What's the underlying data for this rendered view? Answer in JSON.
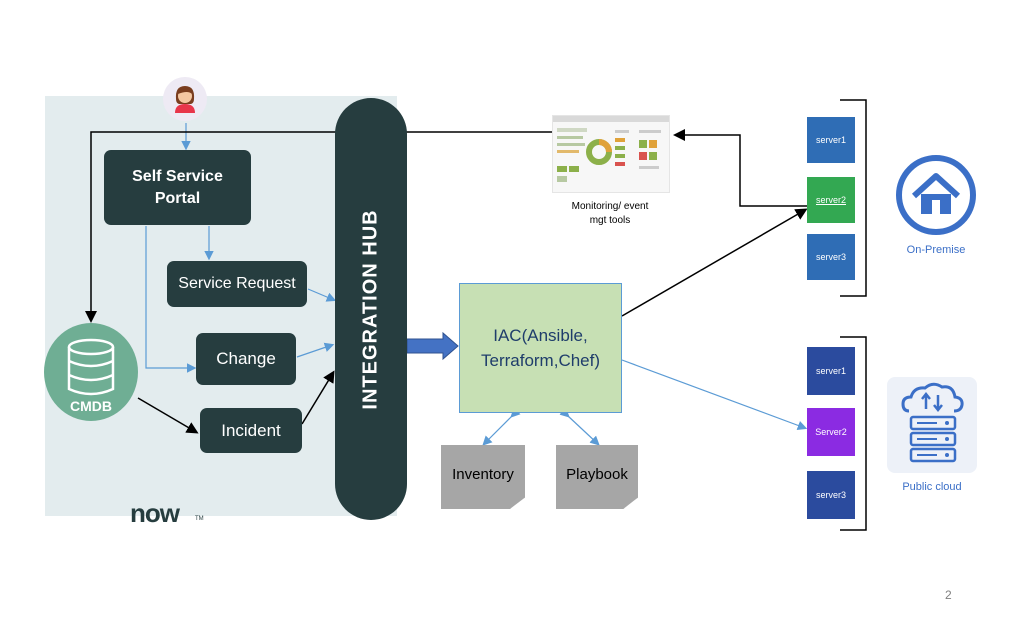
{
  "portal": {
    "self_service_line1": "Self Service",
    "self_service_line2": "Portal",
    "service_request": "Service Request",
    "change": "Change",
    "incident": "Incident",
    "cmdb": "CMDB",
    "brand": "now",
    "brand_tm": "TM"
  },
  "hub": {
    "label": "INTEGRATION HUB"
  },
  "iac": {
    "line1": "IAC(Ansible,",
    "line2": "Terraform,Chef)",
    "inventory": "Inventory",
    "playbook": "Playbook"
  },
  "monitoring": {
    "line1": "Monitoring/ event",
    "line2": "mgt tools"
  },
  "on_premise": {
    "label": "On-Premise",
    "servers": [
      "server1",
      "server2",
      "server3"
    ]
  },
  "public_cloud": {
    "label": "Public cloud",
    "servers": [
      "server1",
      "Server2",
      "server3"
    ]
  },
  "page_number": "2",
  "colors": {
    "dark": "#263d3f",
    "cmdb": "#6fae94",
    "iac": "#c7e0b4",
    "arrow_blue": "#5b9bd5",
    "server_blue": "#2f6db5",
    "server_green": "#33a852",
    "server_purple": "#8b2be2"
  }
}
